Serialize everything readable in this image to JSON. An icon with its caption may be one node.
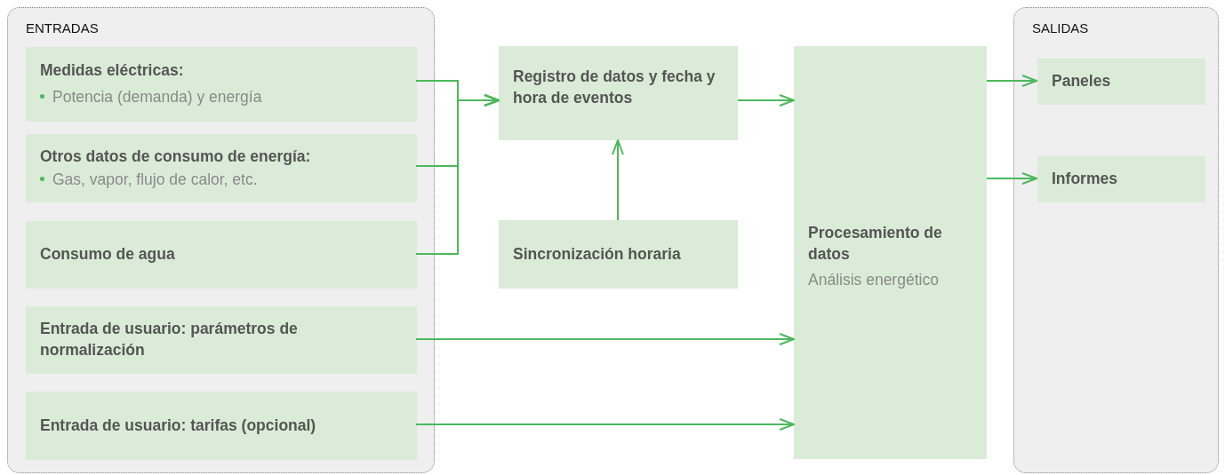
{
  "diagram": {
    "nodes": [
      {
        "text": [
          "ENTRADAS"
        ]
      },
      {
        "text": [
          "Medidas eléctricas:",
          "Potencia (demanda) y energía"
        ],
        "in": 0
      },
      {
        "text": [
          "Otros datos de consumo de energía:",
          "Gas, vapor, flujo de calor, etc."
        ],
        "in": 0
      },
      {
        "text": [
          "Consumo de agua"
        ],
        "in": 0
      },
      {
        "text": [
          "Entrada de usuario: parámetros de normalización"
        ],
        "in": 0
      },
      {
        "text": [
          "Entrada de usuario: tarifas (opcional)"
        ],
        "in": 0
      },
      {
        "text": [
          "Registro de datos y fecha y hora de eventos"
        ]
      },
      {
        "text": [
          "Sincronización horaria"
        ]
      },
      {
        "text": [
          "Procesamiento de datos",
          "Análisis energético"
        ]
      },
      {
        "text": [
          "SALIDAS"
        ]
      },
      {
        "text": [
          "Paneles"
        ],
        "in": 9
      },
      {
        "text": [
          "Informes"
        ],
        "in": 9
      }
    ],
    "edges": [
      {
        "from": 1,
        "to": 6,
        "arrow": "to"
      },
      {
        "from": 2,
        "to": 6,
        "arrow": "to"
      },
      {
        "from": 3,
        "to": 6,
        "arrow": "to"
      },
      {
        "from": 7,
        "to": 6,
        "arrow": "to"
      },
      {
        "from": 6,
        "to": 8,
        "arrow": "to"
      },
      {
        "from": 4,
        "to": 8,
        "arrow": "to"
      },
      {
        "from": 5,
        "to": 8,
        "arrow": "to"
      },
      {
        "from": 8,
        "to": 10,
        "arrow": "to"
      },
      {
        "from": 8,
        "to": 11,
        "arrow": "to"
      }
    ]
  }
}
